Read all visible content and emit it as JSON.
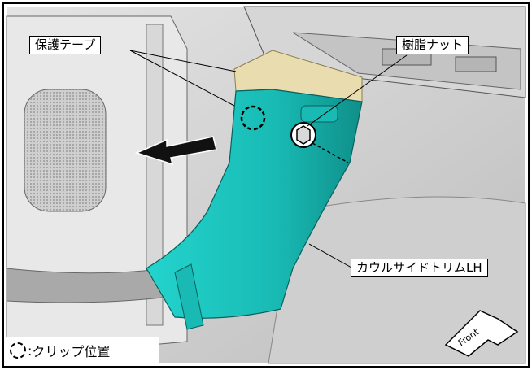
{
  "callouts": {
    "protective_tape": "保護テープ",
    "resin_nut": "樹脂ナット",
    "cowl_side_trim": "カウルサイドトリムLH"
  },
  "legend": {
    "separator": ":",
    "label": "クリップ位置"
  },
  "front_arrow_label": "Front",
  "colors": {
    "trim": "#1ec8c2",
    "tape": "#e9ddb0",
    "frame_border": "#000000"
  }
}
